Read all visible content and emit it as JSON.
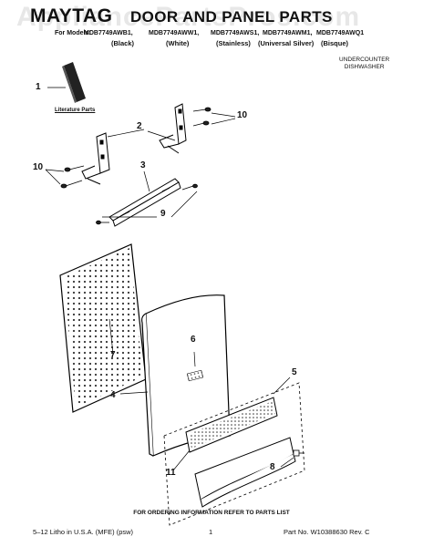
{
  "header": {
    "brand": "MAYTAG",
    "title": "DOOR AND PANEL PARTS",
    "watermark": "AppliancePartsPros.com",
    "models_label": "For Models:",
    "models": [
      "MDB7749AWB1,",
      "MDB7749AWW1,",
      "MDB7749AWS1,",
      "MDB7749AWM1,",
      "MDB7749AWQ1"
    ],
    "colors": [
      "(Black)",
      "(White)",
      "(Stainless)",
      "(Universal Silver)",
      "(Bisque)"
    ],
    "note_line1": "UNDERCOUNTER",
    "note_line2": "DISHWASHER"
  },
  "diagram": {
    "literature_label": "Literature Parts",
    "callouts": [
      "1",
      "2",
      "10",
      "10",
      "3",
      "9",
      "7",
      "4",
      "6",
      "5",
      "8",
      "11"
    ]
  },
  "footer": {
    "ordering": "FOR ORDERING INFORMATION REFER TO PARTS LIST",
    "left": "5–12 Litho in U.S.A. (MFE) (psw)",
    "page": "1",
    "right": "Part No. W10388630 Rev. C"
  }
}
